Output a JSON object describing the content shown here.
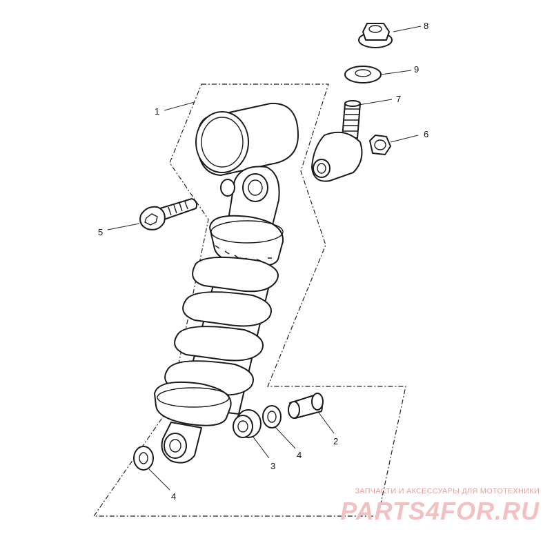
{
  "callouts": [
    {
      "id": "1",
      "label": "1"
    },
    {
      "id": "2",
      "label": "2"
    },
    {
      "id": "3",
      "label": "3"
    },
    {
      "id": "4a",
      "label": "4"
    },
    {
      "id": "4b",
      "label": "4"
    },
    {
      "id": "5",
      "label": "5"
    },
    {
      "id": "6",
      "label": "6"
    },
    {
      "id": "7",
      "label": "7"
    },
    {
      "id": "8",
      "label": "8"
    },
    {
      "id": "9",
      "label": "9"
    }
  ],
  "watermark": {
    "tagline": "ЗАПЧАСТИ И АКСЕССУАРЫ ДЛЯ МОТОТЕХНИКИ",
    "brand": "PARTS4FOR.RU",
    "color": "#e9a0a0"
  }
}
